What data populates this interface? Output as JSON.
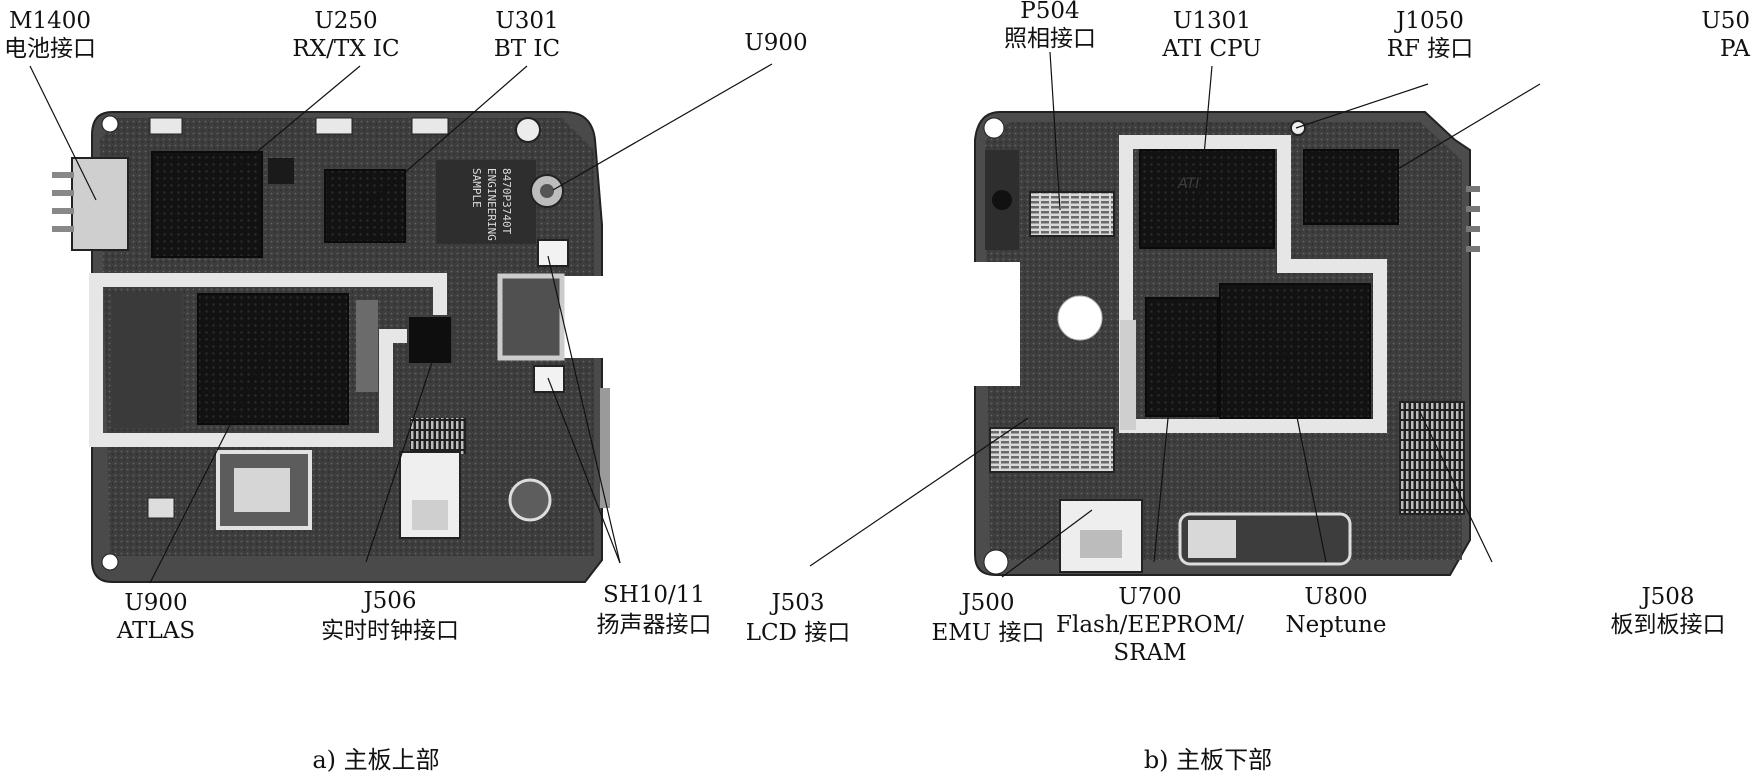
{
  "panels": [
    {
      "caption": "a) 主板上部",
      "labels": [
        {
          "id": "m1400",
          "line1": "M1400",
          "line2": "电池接口"
        },
        {
          "id": "u250",
          "line1": "U250",
          "line2": "RX/TX IC"
        },
        {
          "id": "u301",
          "line1": "U301",
          "line2": "BT IC"
        },
        {
          "id": "u900top",
          "line1": "U900",
          "line2": ""
        },
        {
          "id": "u900",
          "line1": "U900",
          "line2": "ATLAS"
        },
        {
          "id": "j506",
          "line1": "J506",
          "line2": "实时时钟接口"
        },
        {
          "id": "sh1011",
          "line1": "SH10/11",
          "line2": "扬声器接口"
        }
      ],
      "board_markings": [
        "ENGINEERING",
        "SAMPLE",
        "8470P3740T"
      ]
    },
    {
      "caption": "b) 主板下部",
      "labels": [
        {
          "id": "p504",
          "line1": "P504",
          "line2": "照相接口"
        },
        {
          "id": "u1301",
          "line1": "U1301",
          "line2": "ATI CPU"
        },
        {
          "id": "j1050",
          "line1": "J1050",
          "line2": "RF 接口"
        },
        {
          "id": "u50x",
          "line1": "U50",
          "line2": "PA"
        },
        {
          "id": "j503",
          "line1": "J503",
          "line2": "LCD 接口"
        },
        {
          "id": "j500",
          "line1": "J500",
          "line2": "EMU 接口"
        },
        {
          "id": "u700",
          "line1": "U700",
          "line2": "Flash/EEPROM/",
          "line3": "SRAM"
        },
        {
          "id": "u800",
          "line1": "U800",
          "line2": "Neptune"
        },
        {
          "id": "j508",
          "line1": "J508",
          "line2": "板到板接口"
        }
      ],
      "board_markings": [
        "ATI"
      ]
    }
  ]
}
